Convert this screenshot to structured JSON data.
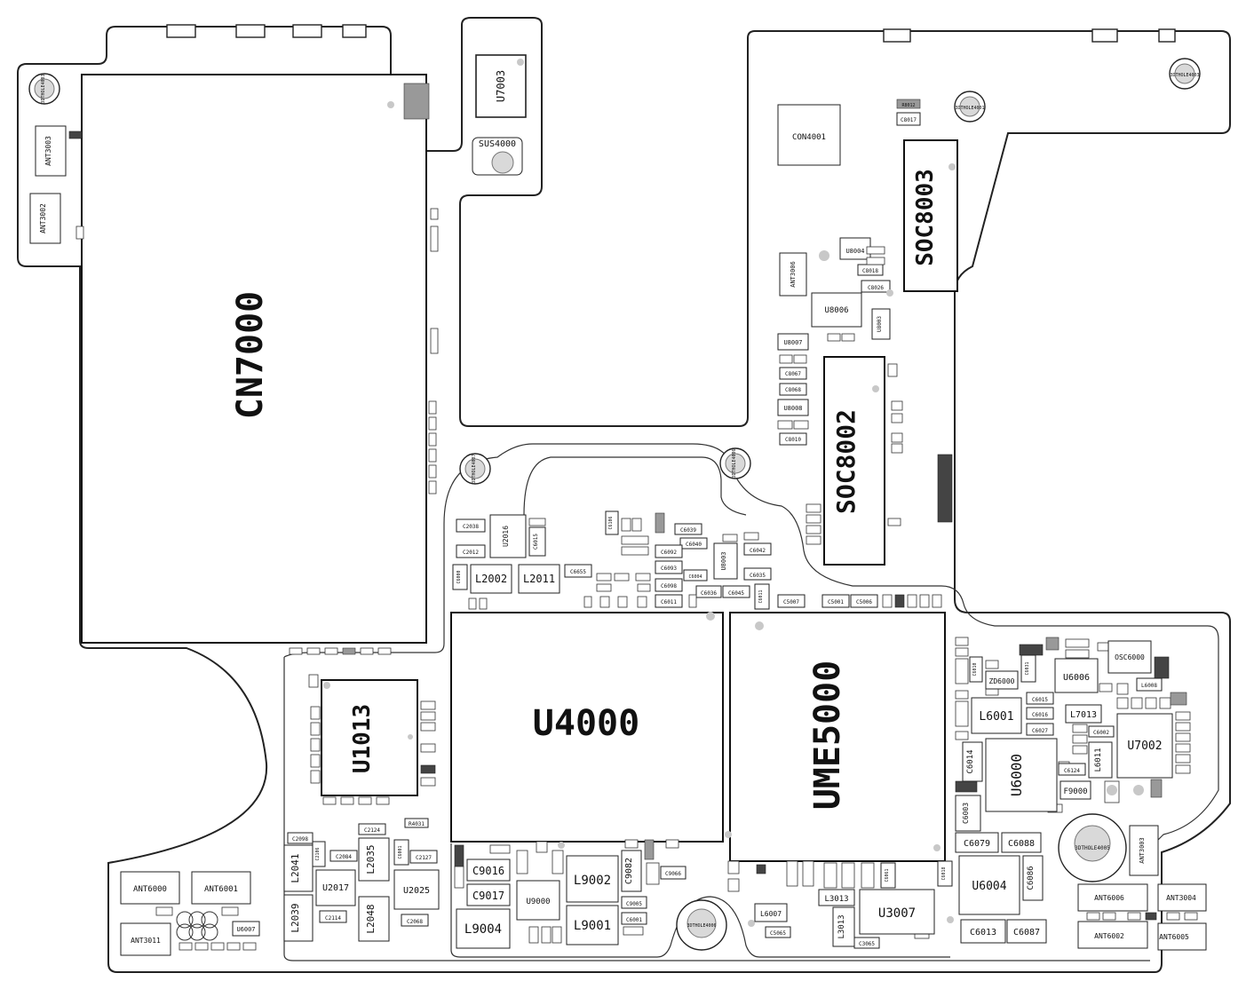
{
  "board": {
    "big_labels": {
      "cn7000": "CN7000",
      "u4000": "U4000",
      "ume5000": "UME5000",
      "soc8002": "SOC8002",
      "soc8003": "SOC8003",
      "u1013": "U1013"
    },
    "mounting_holes": [
      {
        "label": "3DTHOLE4003"
      },
      {
        "label": "3DTHOLE4001"
      },
      {
        "label": "3DTHOLE4003"
      },
      {
        "label": "3DTHOLE4007"
      },
      {
        "label": "3DTHOLE4006"
      },
      {
        "label": "3DTHOLE4005"
      },
      {
        "label": "3DTHOLE4006"
      }
    ],
    "components": {
      "u7003": "U7003",
      "sus4000": "SUS4000",
      "con4001": "CON4001",
      "c8017": "C8017",
      "r8012": "R8012",
      "ant3003": "ANT3003",
      "ant3002": "ANT3002",
      "ant3006": "ANT3006",
      "u8004": "U8004",
      "c8018": "C8018",
      "c8026": "C8026",
      "u8006": "U8006",
      "u8003v": "U8003",
      "u8007": "U8007",
      "c8067": "C8067",
      "c8068": "C8068",
      "u8008": "U8008",
      "c8010": "C8010",
      "c2038": "C2038",
      "u2016": "U2016",
      "c2012": "C2012",
      "c6015": "C6015",
      "c6000": "C6000",
      "l2002": "L2002",
      "l2011": "L2011",
      "c6655": "C6655",
      "c6106": "C6106",
      "c6039": "C6039",
      "c6040": "C6040",
      "c6092": "C6092",
      "c6093": "C6093",
      "c6004": "C6004",
      "c6098": "C6098",
      "c6036": "C6036",
      "c6011": "C6011",
      "u8003": "U8003",
      "c6042": "C6042",
      "c6035": "C6035",
      "c6045": "C6045",
      "c6011b": "C6011",
      "c5007": "C5007",
      "c5001": "C5001",
      "c5006": "C5006",
      "c6010": "C6010",
      "zd6000": "ZD6000",
      "c6031": "C6031",
      "u6006": "U6006",
      "osc6000": "OSC6000",
      "l6008": "L6008",
      "c6015b": "C6015",
      "c6016": "C6016",
      "l6001": "L6001",
      "l7013": "L7013",
      "c6027": "C6027",
      "c6002": "C6002",
      "c6014": "C6014",
      "u6000": "U6000",
      "c6124": "C6124",
      "l6011": "L6011",
      "u7002": "U7002",
      "f9000": "F9000",
      "c6003": "C6003",
      "c6079": "C6079",
      "c6088": "C6088",
      "u6004": "U6004",
      "c6086": "C6086",
      "c6013": "C6013",
      "c6087": "C6087",
      "ant3003b": "ANT3003",
      "ant6006": "ANT6006",
      "ant3004": "ANT3004",
      "ant6002": "ANT6002",
      "ant6005": "ANT6005",
      "c2098": "C2098",
      "c2124": "C2124",
      "r4031": "R4031",
      "c2106": "C2106",
      "c2084": "C2084",
      "l2041": "L2041",
      "l2035": "L2035",
      "c6001": "C6001",
      "c2127": "C2127",
      "u2017": "U2017",
      "u2025": "U2025",
      "l2039": "L2039",
      "c2114": "C2114",
      "l2048": "L2048",
      "c2068": "C2068",
      "ant6000": "ANT6000",
      "ant6001": "ANT6001",
      "ant3011": "ANT3011",
      "u6007": "U6007",
      "c9016": "C9016",
      "c9017": "C9017",
      "u9000": "U9000",
      "l9002": "L9002",
      "c9082": "C9082",
      "c9066": "C9066",
      "l9004": "L9004",
      "l9001": "L9001",
      "c9005": "C9005",
      "c6001b": "C6001",
      "l6007": "L6007",
      "c5065": "C5065",
      "l3013": "L3013",
      "l3013b": "L3013",
      "u3007": "U3007",
      "c3065": "C3065",
      "c6061": "C6061",
      "c6018": "C6018"
    }
  }
}
